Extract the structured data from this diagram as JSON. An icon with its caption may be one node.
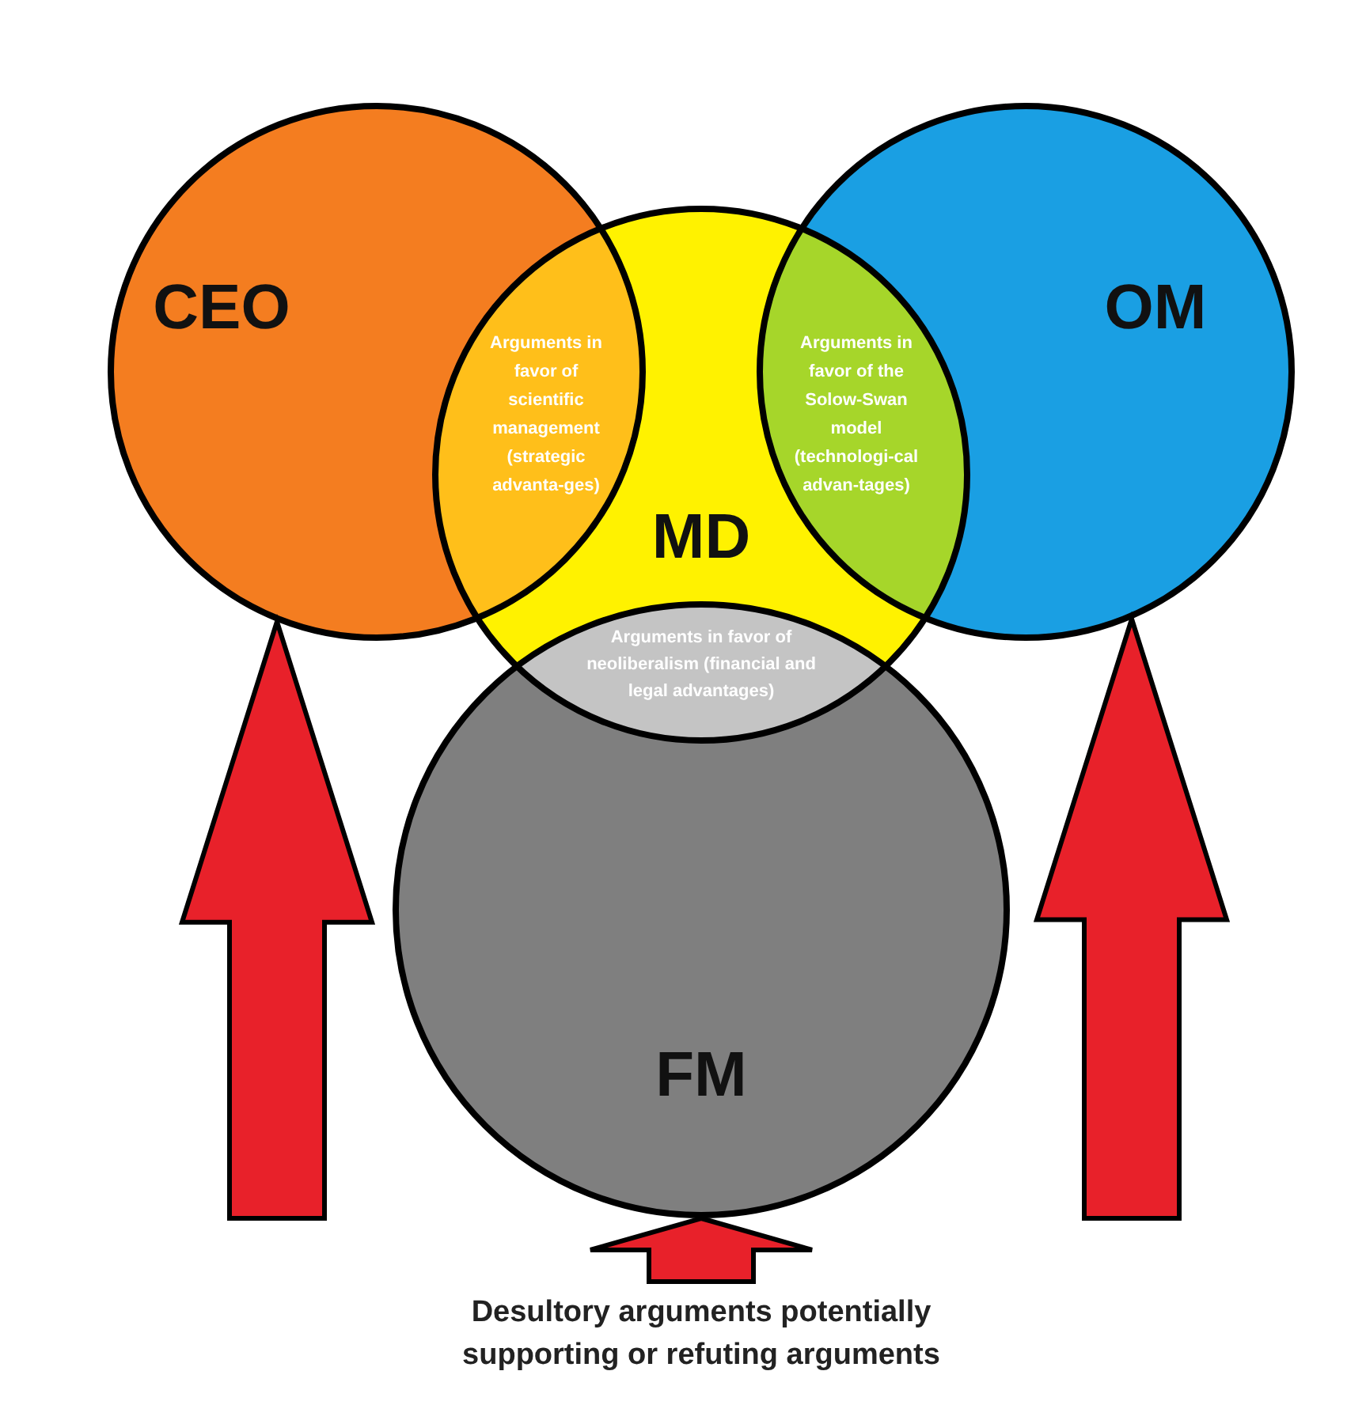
{
  "diagram": {
    "nodes": [
      {
        "text": [
          "CEO"
        ]
      },
      {
        "text": [
          "OM"
        ]
      },
      {
        "text": [
          "MD"
        ]
      },
      {
        "text": [
          "FM"
        ]
      },
      {
        "text": [
          "Desultory arguments potentially supporting or refuting arguments"
        ]
      }
    ],
    "edges": [
      {
        "from": null,
        "to": 0,
        "arrow": "to"
      },
      {
        "from": null,
        "to": 1,
        "arrow": "to"
      },
      {
        "from": 4,
        "to": 3,
        "arrow": "to"
      }
    ],
    "labels": [
      "Arguments in favor of scientific management (strategic advanta-ges)",
      "Arguments in favor of the Solow-Swan model (technologi-cal advan-tages)",
      "Arguments in favor of neoliberalism (financial and legal advantages)"
    ]
  }
}
